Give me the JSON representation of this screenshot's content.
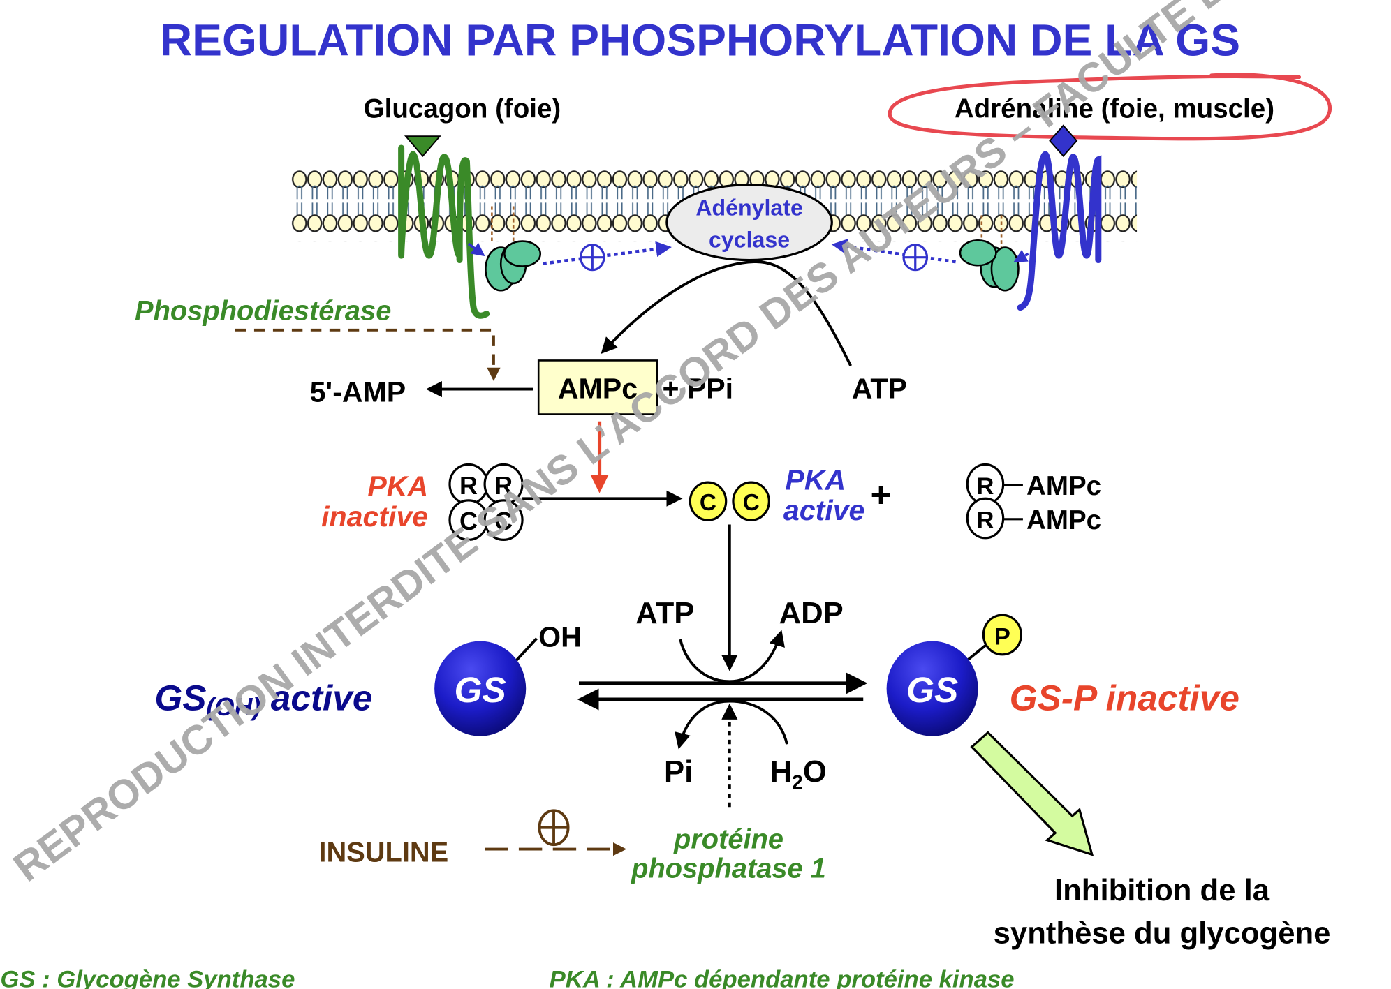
{
  "title": "REGULATION PAR PHOSPHORYLATION DE LA GS",
  "hormones": {
    "glucagon": "Glucagon (foie)",
    "adrenaline": "Adrénaline (foie, muscle)"
  },
  "membrane": {
    "enzyme_line1": "Adénylate",
    "enzyme_line2": "cyclase",
    "activation_symbol": "⊕"
  },
  "cascade": {
    "phosphodiesterase": "Phosphodiestérase",
    "amp5": "5'-AMP",
    "ampc": "AMPc",
    "ppi": "+ PPi",
    "atp_top": "ATP",
    "pka_inactive_line1": "PKA",
    "pka_inactive_line2": "inactive",
    "pka_active_line1": "PKA",
    "pka_active_line2": "active",
    "plus": "+",
    "subunit_r": "R",
    "subunit_c": "C",
    "r_ampc_1": "AMPc",
    "r_ampc_2": "AMPc"
  },
  "reaction": {
    "atp": "ATP",
    "adp": "ADP",
    "pi": "Pi",
    "h2o_h": "H",
    "h2o_sub": "2",
    "h2o_o": "O",
    "oh": "OH",
    "gs": "GS",
    "p": "P",
    "gs_active_main": "GS",
    "gs_active_sub": "(OH)",
    "gs_active_rest": " active",
    "gs_inactive": "GS-P inactive"
  },
  "insulin": {
    "label": "INSULINE",
    "target_line1": "protéine",
    "target_line2": "phosphatase 1"
  },
  "outcome": {
    "line1": "Inhibition de la",
    "line2": "synthèse du glycogène"
  },
  "legend": {
    "gs": "GS : Glycogène Synthase",
    "pka": "PKA : AMPc dépendante protéine kinase"
  },
  "watermark": {
    "text": "REPRODUCTION INTERDITE SANS L’ACCORD DES AUTEURS – FACULTE DE MEDECINE – UNS"
  },
  "colors": {
    "title": "#3333cc",
    "glucagon_receptor": "#3a8a28",
    "adrenaline_receptor": "#3333cc",
    "g_protein": "#5ec89c",
    "lipid_head": "#fffbd0",
    "ampc_box": "#ffffcc",
    "pka_c_active": "#ffff55",
    "gs_sphere": "#1c1cc8",
    "outcome_arrow": "#d4fba0",
    "highlight_circle": "#e84850"
  }
}
